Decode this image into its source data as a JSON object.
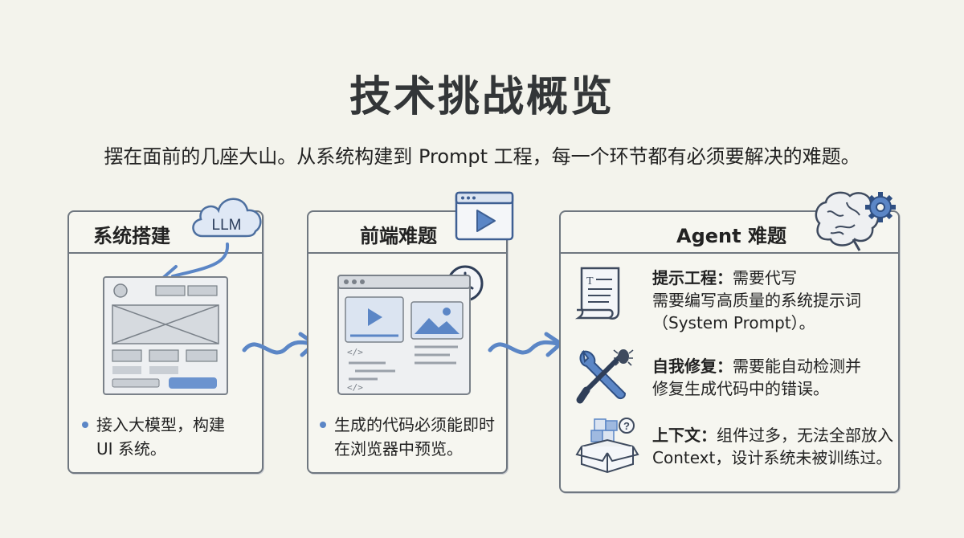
{
  "title": "技术挑战概览",
  "subtitle": "摆在面前的几座大山。从系统构建到 Prompt 工程，每一个环节都有必须要解决的难题。",
  "colors": {
    "accent": "#5b86c6",
    "line": "#6f7780",
    "background": "#f3f3ec"
  },
  "panels": [
    {
      "title": "系统搭建",
      "badge": "LLM",
      "icons": [
        "llm-cloud-icon",
        "wireframe-layout-icon"
      ],
      "bullet_line1": "接入大模型，构建",
      "bullet_line2": "UI 系统。"
    },
    {
      "title": "前端难题",
      "icons": [
        "video-window-icon",
        "clock-icon",
        "browser-preview-icon"
      ],
      "bullet_line1": "生成的代码必须能即时",
      "bullet_line2": "在浏览器中预览。"
    },
    {
      "title": "Agent 难题",
      "icons": [
        "brain-gear-icon"
      ],
      "items": [
        {
          "icon": "scroll-document-icon",
          "heading": "提示工程：",
          "line1_rest": "需要代写",
          "line2": "需要编写高质量的系统提示词",
          "line3": "（System Prompt）。"
        },
        {
          "icon": "wrench-screwdriver-bug-icon",
          "heading": "自我修复：",
          "line1_rest": "需要能自动检测并",
          "line2": "修复生成代码中的错误。"
        },
        {
          "icon": "open-box-blocks-icon",
          "heading": "上下文：",
          "line1_rest": "组件过多，无法全部放入",
          "line2": "Context，设计系统未被训练过。"
        }
      ]
    }
  ]
}
